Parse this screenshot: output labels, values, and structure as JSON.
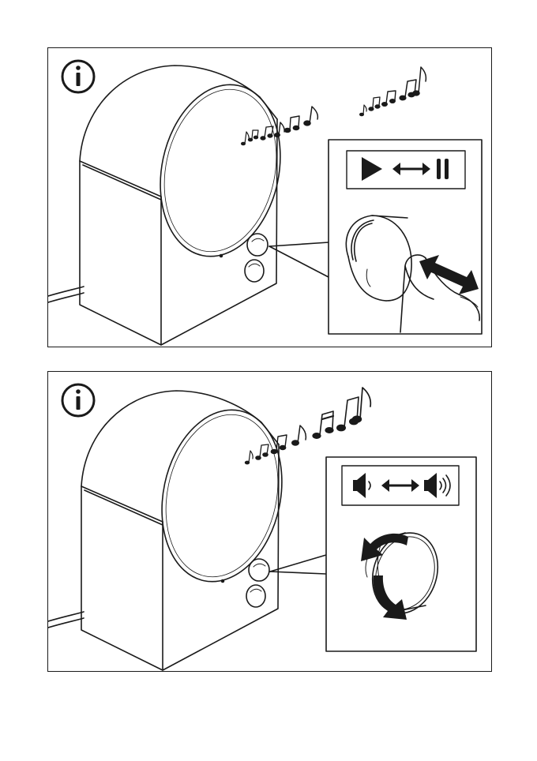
{
  "manual": {
    "panels": [
      {
        "id": "play-pause",
        "info_icon": "info-icon",
        "callout_icons": [
          "play-icon",
          "double-arrow-icon",
          "pause-icon"
        ],
        "action": "press-knob",
        "action_icon": "press-arrow-icon"
      },
      {
        "id": "volume",
        "info_icon": "info-icon",
        "callout_icons": [
          "volume-low-icon",
          "double-arrow-icon",
          "volume-high-icon"
        ],
        "action": "rotate-knob",
        "action_icon": "rotate-arrows-icon"
      }
    ],
    "colors": {
      "line": "#1a1a1a",
      "fill": "#ffffff"
    }
  }
}
